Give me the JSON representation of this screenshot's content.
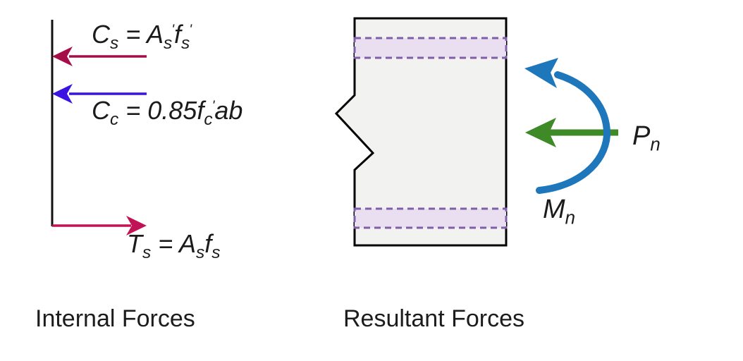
{
  "colors": {
    "cs_arrow": "#A60E49",
    "cc_arrow": "#3A13E2",
    "ts_arrow": "#C01254",
    "moment_arrow": "#1E76BB",
    "axial_arrow": "#3E8A26",
    "section_fill": "#F2F2F1",
    "section_border": "#000000",
    "rebar_band_fill": "#E9DFF1",
    "rebar_band_dash": "#7E5FA8",
    "reference_line": "#111111"
  },
  "internal": {
    "caption": "Internal Forces",
    "cs": {
      "sym": "C",
      "sym_sub": "s",
      "eq": " = ",
      "a": "A",
      "a_sub": "s",
      "a_prime": "'",
      "f": "f",
      "f_sub": "s",
      "f_prime": "'"
    },
    "cc": {
      "sym": "C",
      "sym_sub": "c",
      "eq": " = 0.85",
      "f": "f",
      "f_sub": "c",
      "f_prime": "'",
      "ab": "ab"
    },
    "ts": {
      "sym": "T",
      "sym_sub": "s",
      "eq": " = ",
      "a": "A",
      "a_sub": "s",
      "f": "f",
      "f_sub": "s"
    }
  },
  "resultant": {
    "caption": "Resultant Forces",
    "pn": {
      "sym": "P",
      "sub": "n"
    },
    "mn": {
      "sym": "M",
      "sub": "n"
    }
  }
}
